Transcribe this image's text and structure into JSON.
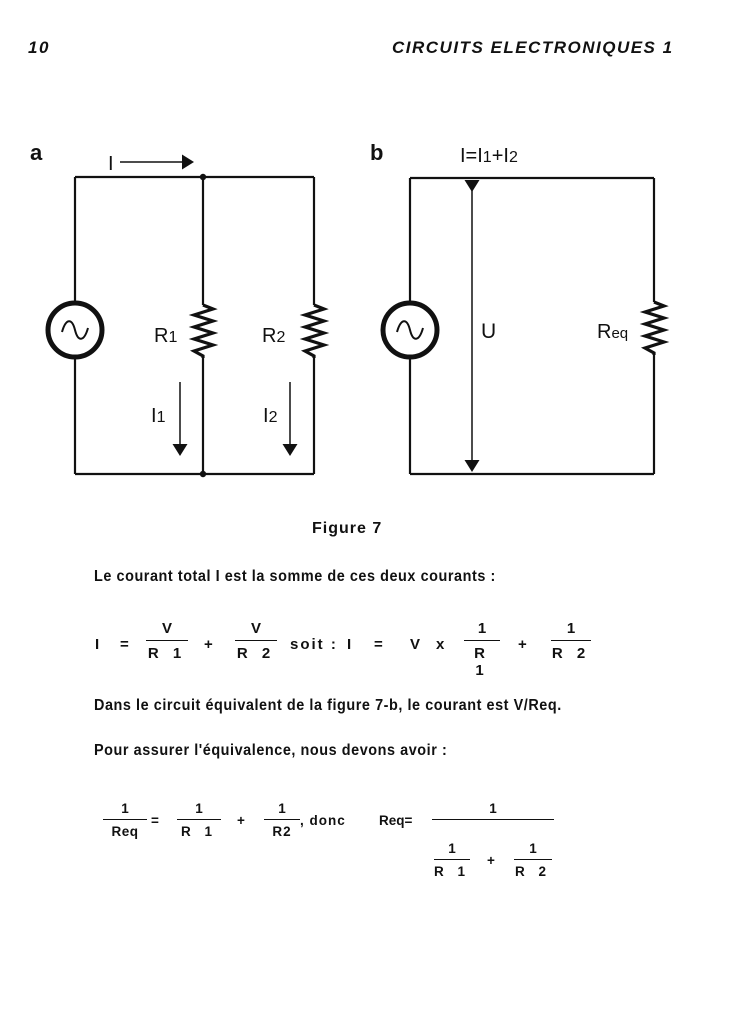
{
  "header": {
    "page_number": "10",
    "running_title": "CIRCUITS ELECTRONIQUES 1"
  },
  "figure": {
    "panel_a": {
      "label": "a",
      "current_total": "I",
      "r1": "R1",
      "r2": "R2",
      "i1": "I1",
      "i2": "I2"
    },
    "panel_b": {
      "label": "b",
      "current_sum": "I=I1+I2",
      "voltage": "U",
      "req": "Req"
    },
    "caption": "Figure 7"
  },
  "text": {
    "p1": "Le courant total I est la somme de ces deux courants :",
    "eq1": {
      "lhs": "I",
      "eq": "=",
      "f1_num": "V",
      "f1_den": "R 1",
      "plus": "+",
      "f2_num": "V",
      "f2_den": "R 2",
      "soit": "soit :",
      "lhs2": "I",
      "eq2": "=",
      "v": "V",
      "times": "x",
      "f3_num": "1",
      "f3_den": "R 1",
      "plus2": "+",
      "f4_num": "1",
      "f4_den": "R 2"
    },
    "p2": "Dans le circuit équivalent de la figure 7-b, le courant est V/Req.",
    "p3": "Pour assurer l'équivalence, nous devons avoir :",
    "eq2": {
      "f1_num": "1",
      "f1_den": "Req",
      "eq": "=",
      "f2_num": "1",
      "f2_den": "R 1",
      "plus": "+",
      "f3_num": "1",
      "f3_den": "R2",
      "donc": ", donc",
      "req_lhs": "Req=",
      "big_num": "1",
      "f4_num": "1",
      "f4_den": "R 1",
      "plus2": "+",
      "f5_num": "1",
      "f5_den": "R 2"
    }
  }
}
